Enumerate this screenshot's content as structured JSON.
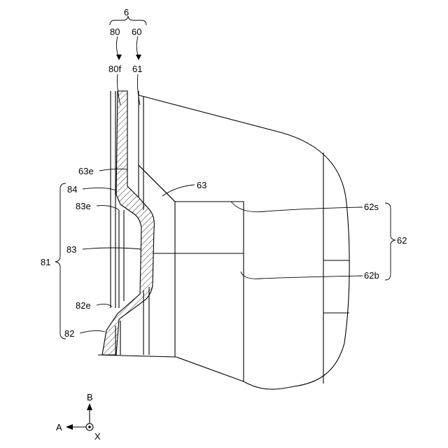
{
  "labels": {
    "l6": "6",
    "l80": "80",
    "l60": "60",
    "l80f": "80f",
    "l61": "61",
    "l63e": "63e",
    "l63": "63",
    "l84": "84",
    "l83e": "83e",
    "l62s": "62s",
    "l62": "62",
    "l81": "81",
    "l83": "83",
    "l62b": "62b",
    "l82e": "82e",
    "l82": "82"
  },
  "axes": {
    "b": "B",
    "a": "A",
    "x": "X"
  }
}
